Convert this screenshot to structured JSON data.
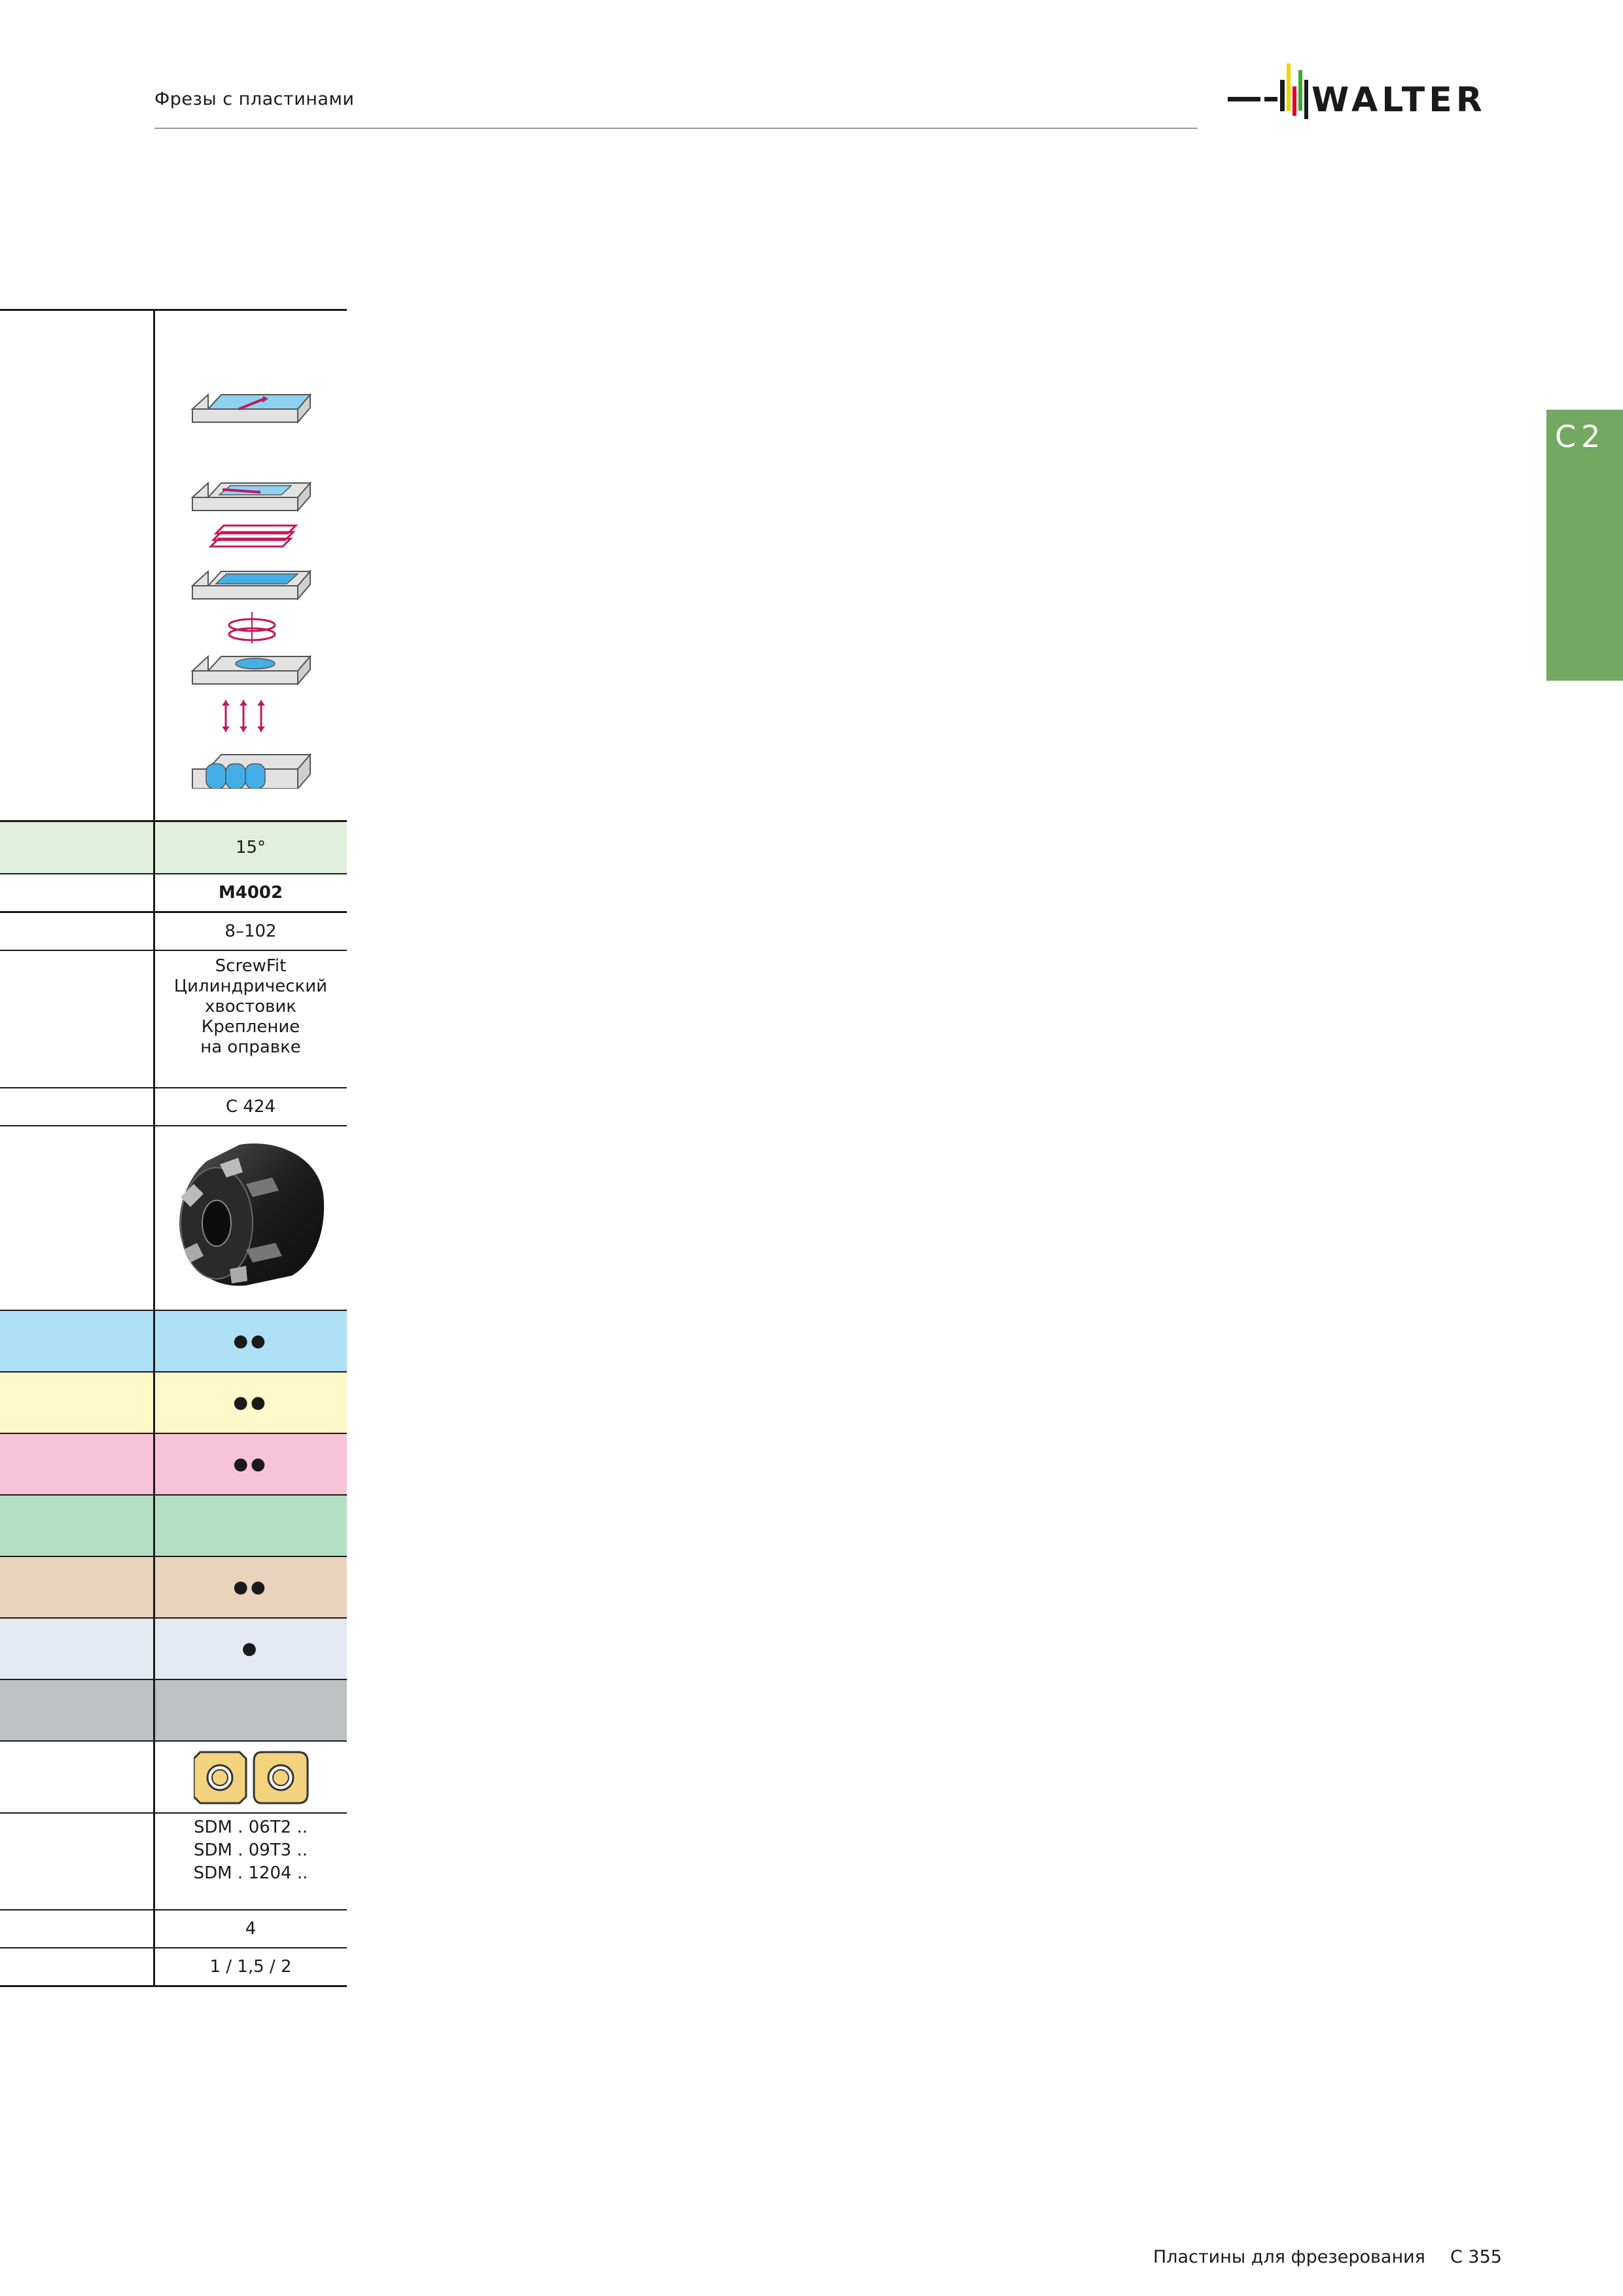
{
  "header": {
    "title": "Фрезы с пластинами",
    "logo_text": "WALTER"
  },
  "side_tab": {
    "label": "C2"
  },
  "table": {
    "operations_icons": [
      "face-milling-icon",
      "pocket-milling-icon",
      "ramping-icon",
      "helical-interpolation-icon",
      "plunge-milling-icon"
    ],
    "angle": "15°",
    "tool_type": "M4002",
    "diameter_range": "8–102",
    "clamping_lines": [
      "ScrewFit",
      "Цилиндрический",
      "хвостовик",
      "Крепление",
      "на оправке"
    ],
    "page_ref": "C 424",
    "material_rows": [
      {
        "color": "#aee0f6",
        "value": "●●"
      },
      {
        "color": "#fff9c9",
        "value": "●●"
      },
      {
        "color": "#f8c3d9",
        "value": "●●"
      },
      {
        "color": "#b4dfc2",
        "value": ""
      },
      {
        "color": "#ead3bc",
        "value": "●●"
      },
      {
        "color": "#e3e8f1",
        "value": "●"
      },
      {
        "color": "#bfc0c2",
        "value": ""
      }
    ],
    "insert_designations": [
      "SDM . 06T2 ..",
      "SDM . 09T3 ..",
      "SDM . 1204 .."
    ],
    "cutting_edges": "4",
    "ap_values": "1 / 1,5 / 2"
  },
  "footer": {
    "section": "Пластины для фрезерования",
    "page": "C 355"
  }
}
